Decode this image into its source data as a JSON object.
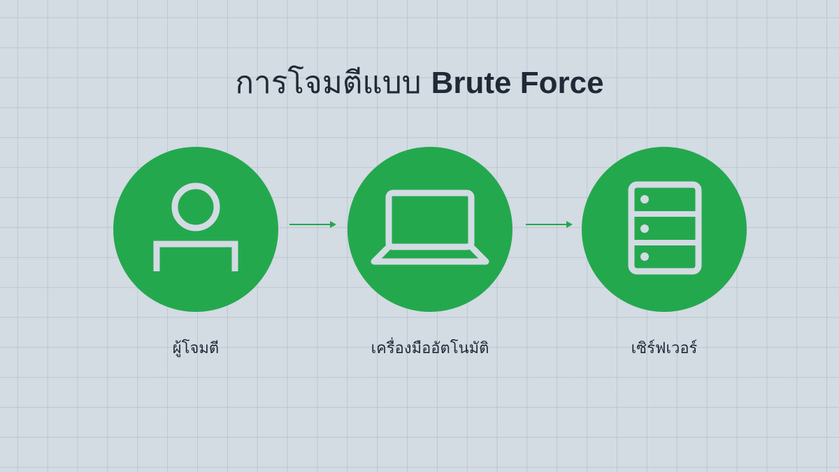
{
  "title": {
    "thai": "การโจมตีแบบ",
    "latin": "Brute Force"
  },
  "nodes": [
    {
      "label": "ผู้โจมตี",
      "icon": "user-icon"
    },
    {
      "label": "เครื่องมืออัตโนมัติ",
      "icon": "laptop-icon"
    },
    {
      "label": "เซิร์ฟเวอร์",
      "icon": "server-icon"
    }
  ],
  "colors": {
    "node_fill": "#24a84e",
    "icon_stroke": "#d3dbe3",
    "background": "#d3dbe3",
    "text": "#1f2a36",
    "arrow": "#24a84e"
  }
}
